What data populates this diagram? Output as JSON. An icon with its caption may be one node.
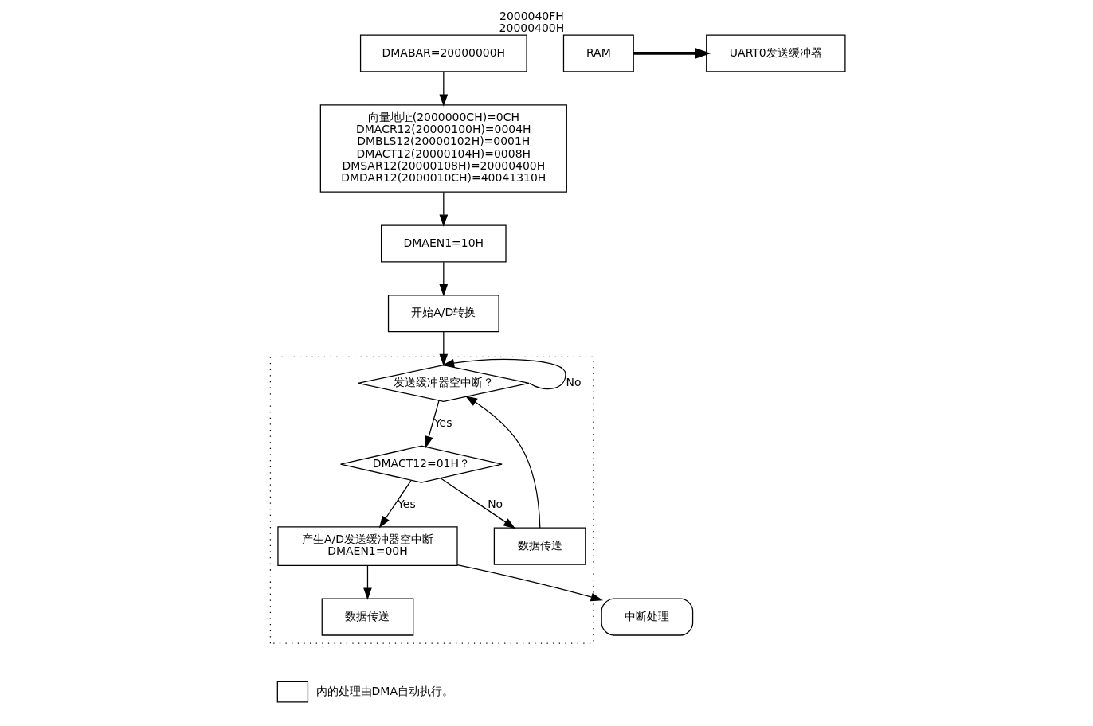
{
  "diagram": {
    "nodes": [
      {
        "text": [
          "DMABAR=20000000H"
        ]
      },
      {
        "text": [
          "向量地址(2000000CH)=0CH",
          "DMACR12(20000100H)=0004H",
          "DMBLS12(20000102H)=0001H",
          "DMACT12(20000104H)=0008H",
          "DMSAR12(20000108H)=20000400H",
          "DMDAR12(2000010CH)=40041310H"
        ]
      },
      {
        "text": [
          "DMAEN1=10H"
        ]
      },
      {
        "text": [
          "开始A/D转换"
        ]
      },
      {
        "text": [],
        "shape": "box"
      },
      {
        "text": [
          "发送缓冲器空中断？"
        ],
        "in": 4
      },
      {
        "text": [
          "DMACT12=01H？"
        ],
        "in": 4
      },
      {
        "text": [
          "数据传送"
        ],
        "in": 4
      },
      {
        "text": [
          "产生A/D发送缓冲器空中断",
          "DMAEN1=00H"
        ],
        "in": 4
      },
      {
        "text": [
          "数据传送"
        ],
        "in": 4
      },
      {
        "text": [
          "中断处理"
        ]
      },
      {
        "text": [
          "RAM"
        ],
        "beside": [
          "2000040FH",
          "20000400H"
        ]
      },
      {
        "text": [
          "UART0发送缓冲器"
        ]
      }
    ],
    "edges": [
      {
        "from": 0,
        "to": 1,
        "arrow": "to"
      },
      {
        "from": 1,
        "to": 2,
        "arrow": "to"
      },
      {
        "from": 2,
        "to": 3,
        "arrow": "to"
      },
      {
        "from": 3,
        "to": 5,
        "arrow": "to"
      },
      {
        "from": 5,
        "to": 5,
        "arrow": "to",
        "label": "No"
      },
      {
        "from": 5,
        "to": 6,
        "arrow": "to",
        "label": "Yes"
      },
      {
        "from": 6,
        "to": 7,
        "arrow": "to",
        "label": "No"
      },
      {
        "from": 6,
        "to": 8,
        "arrow": "to",
        "label": "Yes"
      },
      {
        "from": 7,
        "to": 5,
        "arrow": "to"
      },
      {
        "from": 8,
        "to": 9,
        "arrow": "to"
      },
      {
        "from": 8,
        "to": 10,
        "arrow": "to"
      },
      {
        "from": 11,
        "to": 12,
        "arrow": "to",
        "style": "thick"
      }
    ],
    "legend": [
      {
        "text": "内的处理由DMA自动执行。"
      }
    ]
  }
}
